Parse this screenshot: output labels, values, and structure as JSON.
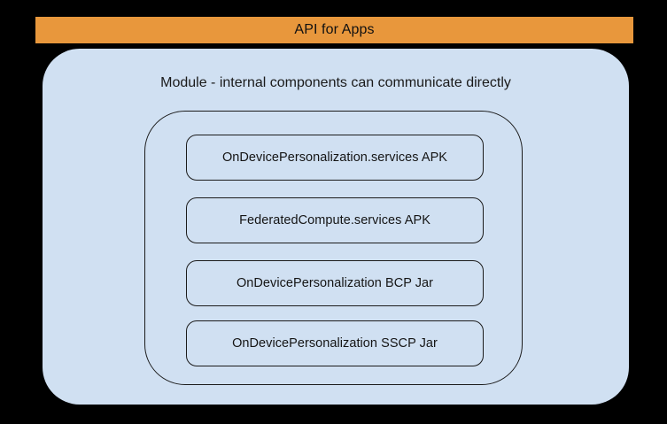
{
  "diagram": {
    "banner": {
      "label": "API for Apps",
      "color": "#e8973c",
      "text_color": "#111111"
    },
    "module": {
      "caption": "Module - internal components can communicate directly",
      "fill_color": "#d0e0f2",
      "stroke_color": "#1b1b1b"
    },
    "component_group": {
      "stroke_color": "#1b1b1b",
      "components": [
        {
          "label": "OnDevicePersonalization.services APK"
        },
        {
          "label": "FederatedCompute.services APK"
        },
        {
          "label": "OnDevicePersonalization BCP Jar"
        },
        {
          "label": "OnDevicePersonalization SSCP Jar"
        }
      ]
    },
    "background_color": "#000000"
  }
}
